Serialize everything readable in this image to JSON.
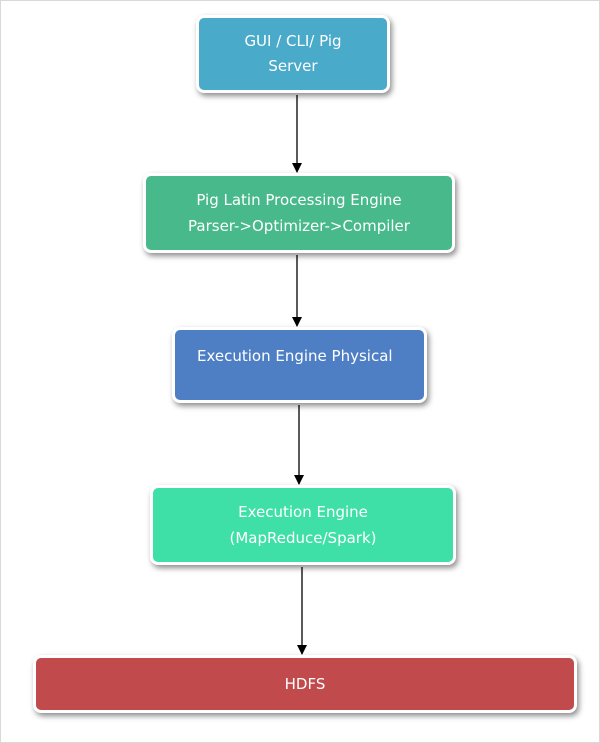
{
  "diagram": {
    "nodes": {
      "gui": {
        "line1": "GUI / CLI/ Pig",
        "line2": "Server",
        "color": "#4aaac9"
      },
      "pig_engine": {
        "line1": "Pig Latin Processing Engine",
        "line2": "Parser->Optimizer->Compiler",
        "color": "#48b98a"
      },
      "exec_physical": {
        "line1": "Execution Engine Physical",
        "color": "#4e7fc4"
      },
      "exec_engine": {
        "line1": "Execution Engine",
        "line2": "(MapReduce/Spark)",
        "color": "#3ee0a8"
      },
      "hdfs": {
        "line1": "HDFS",
        "color": "#c04a4c"
      }
    },
    "edges": [
      {
        "from": "gui",
        "to": "pig_engine"
      },
      {
        "from": "pig_engine",
        "to": "exec_physical"
      },
      {
        "from": "exec_physical",
        "to": "exec_engine"
      },
      {
        "from": "exec_engine",
        "to": "hdfs"
      }
    ]
  }
}
